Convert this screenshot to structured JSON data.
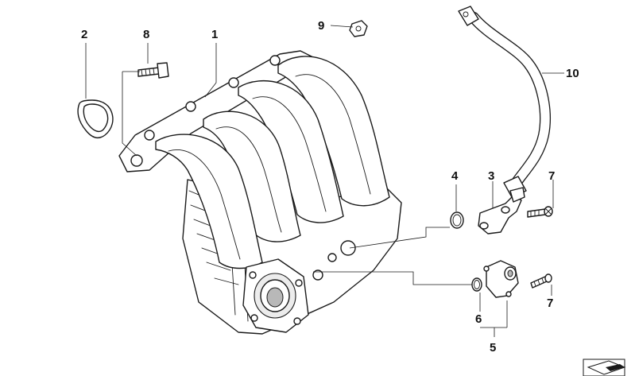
{
  "callouts": {
    "c1": "1",
    "c2": "2",
    "c3": "3",
    "c4": "4",
    "c5": "5",
    "c6": "6",
    "c7a": "7",
    "c7b": "7",
    "c8": "8",
    "c9": "9",
    "c10": "10"
  },
  "icons": {
    "corner": "folded-page-icon"
  },
  "colors": {
    "line": "#1a1a1a",
    "background": "#ffffff"
  }
}
